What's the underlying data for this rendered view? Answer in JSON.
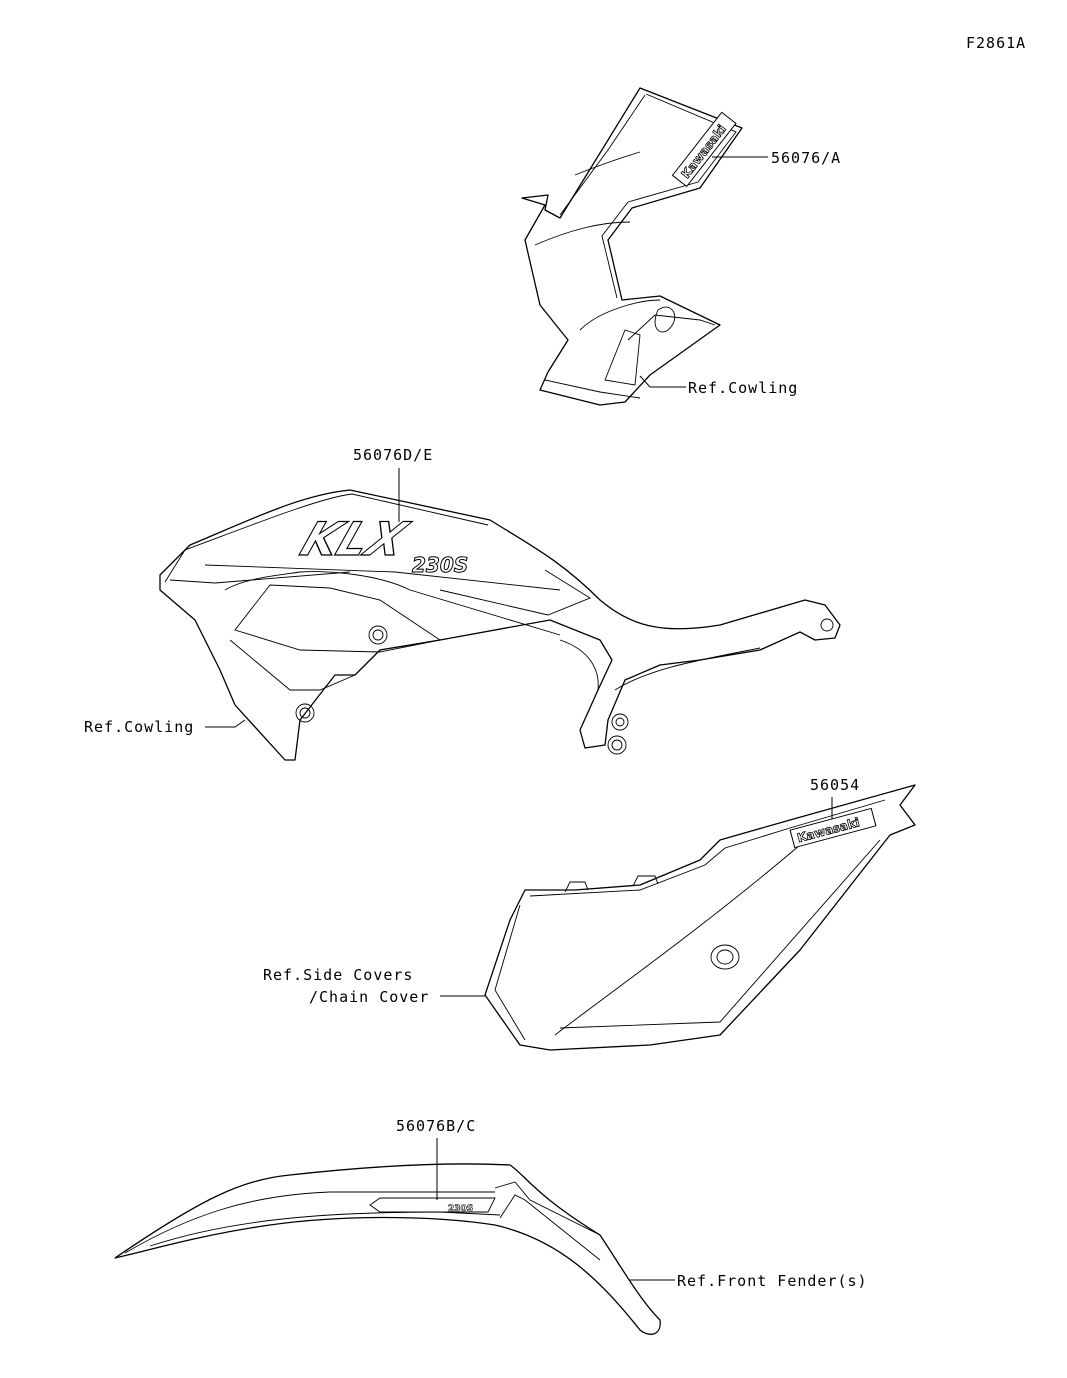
{
  "diagram_id": "F2861A",
  "callouts": {
    "shroud_upper_decal": "56076/A",
    "shroud_upper_ref": "Ref.Cowling",
    "shroud_main_decal": "56076D/E",
    "shroud_main_ref": "Ref.Cowling",
    "side_cover_decal": "56054",
    "side_cover_ref_line1": "Ref.Side Covers",
    "side_cover_ref_line2": "/Chain Cover",
    "fender_decal": "56076B/C",
    "fender_ref": "Ref.Front Fender(s)"
  },
  "decal_text": {
    "brand": "Kawasaki",
    "model": "KLX",
    "variant": "230S",
    "fender_variant": "230S"
  }
}
